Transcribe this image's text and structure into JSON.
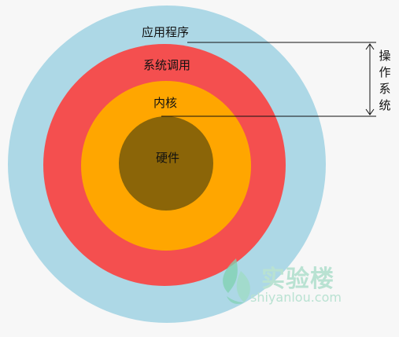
{
  "diagram": {
    "layers": [
      {
        "label": "应用程序",
        "color": "#add8e6"
      },
      {
        "label": "系统调用",
        "color": "#f44f4f"
      },
      {
        "label": "内核",
        "color": "#ffa600"
      },
      {
        "label": "硬件",
        "color": "#8b6508"
      }
    ],
    "bracket_label": "操作系统"
  },
  "watermark": {
    "title": "实验楼",
    "url": "shiyanlou.com",
    "color": "#b9e2d2"
  }
}
